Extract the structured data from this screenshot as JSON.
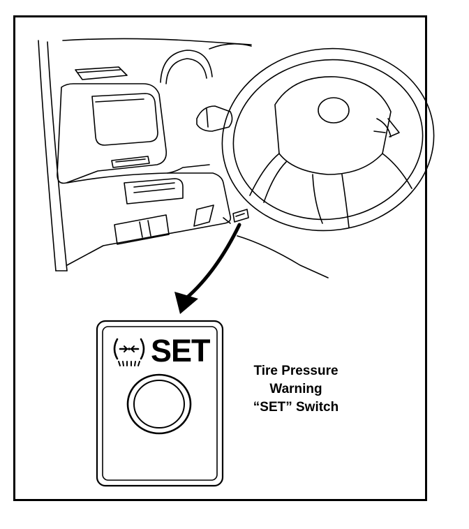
{
  "callout": {
    "button_text": "SET",
    "label_lines": [
      "Tire Pressure",
      "Warning",
      "“SET” Switch"
    ]
  },
  "icons": {
    "tpms": "tire-pressure-warning-icon"
  },
  "colors": {
    "ink": "#000000",
    "paper": "#ffffff"
  }
}
